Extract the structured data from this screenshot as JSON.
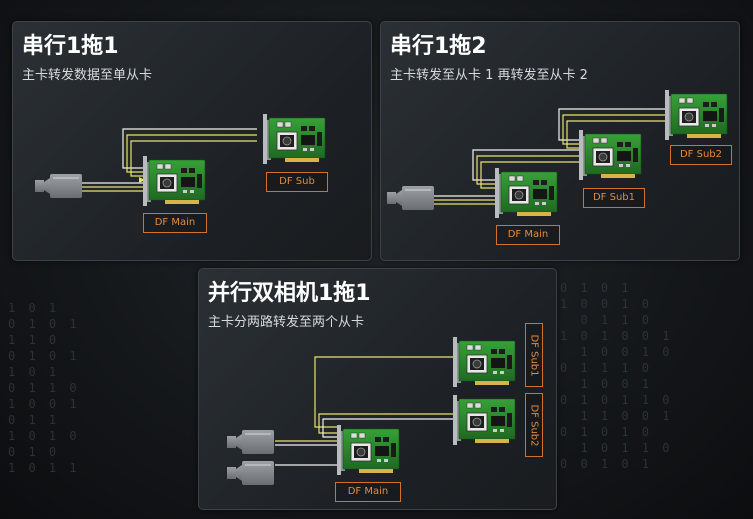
{
  "panels": [
    {
      "title": "串行1拖1",
      "subtitle": "主卡转发数据至单从卡",
      "labels": {
        "main": "DF Main",
        "sub": "DF Sub"
      }
    },
    {
      "title": "串行1拖2",
      "subtitle": "主卡转发至从卡 1 再转发至从卡 2",
      "labels": {
        "main": "DF Main",
        "sub1": "DF Sub1",
        "sub2": "DF Sub2"
      }
    },
    {
      "title": "并行双相机1拖1",
      "subtitle": "主卡分两路转发至两个从卡",
      "labels": {
        "main": "DF Main",
        "sub1": "DF Sub1",
        "sub2": "DF Sub2"
      }
    }
  ],
  "colors": {
    "accent_orange": "#d3702a",
    "line_yellow": "#e9e36a",
    "line_white": "#f2f2ee",
    "board_green": "#2e8b2e",
    "camera_gray": "#8a8e92"
  },
  "icons": [
    "camera-icon",
    "pcie-card-icon"
  ]
}
